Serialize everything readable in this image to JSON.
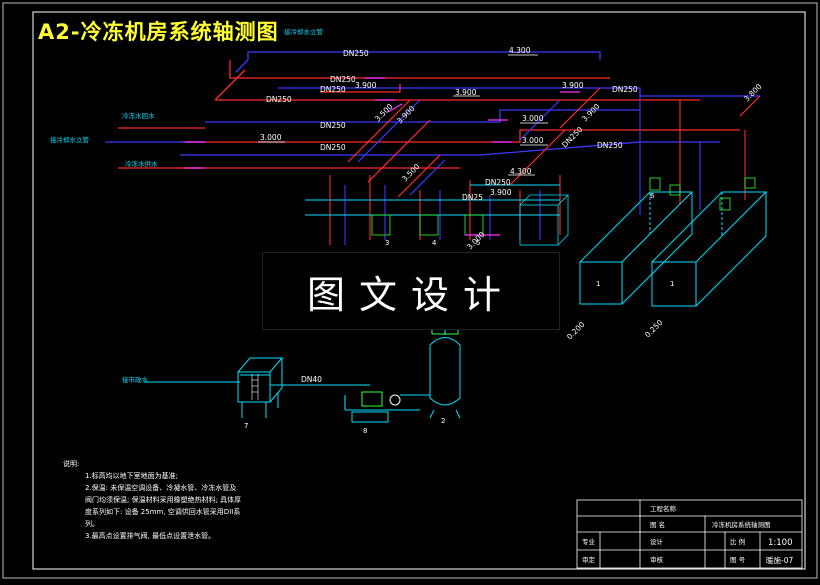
{
  "title": "A2-冷冻机房系统轴测图",
  "watermark": "图文设计",
  "pipe_labels": {
    "dn250_a": "DN250",
    "dn250_b": "DN250",
    "dn250_c": "DN250",
    "dn250_d": "DN250",
    "dn250_e": "DN250",
    "dn250_f": "DN250",
    "dn250_g": "DN250",
    "dn250_h": "DN250",
    "dn250_i": "DN250",
    "dn25_a": "DN25",
    "dn40": "DN40",
    "dn250_diag": "DN250"
  },
  "elevations": {
    "e1": "4.300",
    "e2": "3.900",
    "e3": "3.900",
    "e4": "3.900",
    "e5": "3.900",
    "e6": "3.000",
    "e7": "3.000",
    "e8": "3.000",
    "e9": "3.000",
    "e10": "4.300",
    "e11": "3.900",
    "e12": "3.800",
    "e13": "3.900",
    "e14": "0.200",
    "e15": "0.250",
    "e16": "3.500",
    "e17": "3.500"
  },
  "pipe_names": {
    "chilled_return": "冷冻水回水",
    "chilled_supply": "冷冻水供水",
    "cooling_supply": "接冷却水立管",
    "makeup": "接市政水",
    "cooling_top": "接冷却水立管"
  },
  "equipment_nos": {
    "n1a": "1",
    "n1b": "1",
    "n2": "2",
    "n3": "3",
    "n4": "4",
    "n5": "5",
    "n6": "6",
    "n7": "7",
    "n8": "8"
  },
  "notes": {
    "head": "说明:",
    "l1": "1.标高均以地下室地面为基准;",
    "l2": "2.保温: 未保温空调设备、冷凝水管、冷冻水管及阀门均须保温; 保温材料采用橡塑绝热材料; 具体厚度系列如下: 设备 25mm, 空调供回水管采用DII系列。",
    "l3": "3.最高点设置排气阀, 最低点设置泄水管。"
  },
  "title_block": {
    "project": "工程名称",
    "drawing_label": "图 名",
    "drawing_name": "冷冻机房系统轴测图",
    "r1c1": "专业",
    "r1c2": "设计",
    "scale_label": "比 例",
    "scale": "1:100",
    "r2c1": "审定",
    "r2c2": "审核",
    "no_label": "图 号",
    "drawing_no": "暖施-07"
  },
  "colors": {
    "red": "#ff2a2a",
    "blue": "#3a3aff",
    "cyan": "#00e0ff",
    "green": "#33ff33",
    "magenta": "#ff33ff",
    "white": "#ffffff",
    "yellow": "#ffff33",
    "teal": "#00bfbf"
  }
}
